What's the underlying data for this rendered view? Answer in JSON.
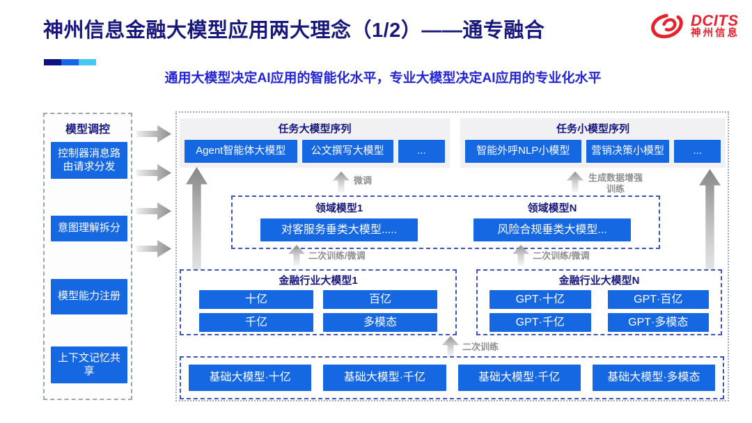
{
  "header": {
    "title": "神州信息金融大模型应用两大理念（1/2）——通专融合",
    "subtitle": "通用大模型决定AI应用的智能化水平，专业大模型决定AI应用的专业化水平",
    "logo": {
      "brand": "DCITS",
      "brand_cn": "神州信息"
    }
  },
  "colors": {
    "button_blue": "#1567E2",
    "navy_title": "#17177C",
    "subtitle_blue": "#2424D6",
    "logo_red": "#E5232E",
    "label_gray": "#8F8F8F",
    "deco": [
      "#10107E",
      "#1565E6",
      "#45C8F5"
    ],
    "band_border_blue": "#3E53B5",
    "outer_border_gray": "#9AA6B4"
  },
  "sidebar": {
    "title": "模型调控",
    "items": [
      {
        "label": "控制器消息路由请求分发"
      },
      {
        "label": "意图理解拆分"
      },
      {
        "label": "模型能力注册"
      },
      {
        "label": "上下文记忆共享"
      }
    ]
  },
  "diagram": {
    "task_large": {
      "title": "任务大模型序列",
      "items": [
        "Agent智能体大模型",
        "公文撰写大模型",
        "..."
      ]
    },
    "task_small": {
      "title": "任务小模型序列",
      "items": [
        "智能外呼NLP小模型",
        "营销决策小模型",
        "..."
      ]
    },
    "labels": {
      "fine_tune": "微调",
      "gen_data_training": "生成数据增强训练",
      "retrain_ft_left": "二次训练/微调",
      "retrain_ft_right": "二次训练/微调",
      "retrain": "二次训练"
    },
    "domain": {
      "groups": [
        {
          "title": "领域模型1",
          "item": "对客服务垂类大模型....."
        },
        {
          "title": "领域模型N",
          "item": "风险合规垂类大模型..."
        }
      ]
    },
    "industry": [
      {
        "title": "金融行业大模型1",
        "items": [
          "十亿",
          "百亿",
          "千亿",
          "多模态"
        ]
      },
      {
        "title": "金融行业大模型N",
        "items": [
          "GPT·十亿",
          "GPT·百亿",
          "GPT·千亿",
          "GPT·多模态"
        ]
      }
    ],
    "base": {
      "items": [
        "基础大模型·十亿",
        "基础大模型·千亿",
        "基础大模型·千亿",
        "基础大模型·多模态"
      ]
    }
  }
}
